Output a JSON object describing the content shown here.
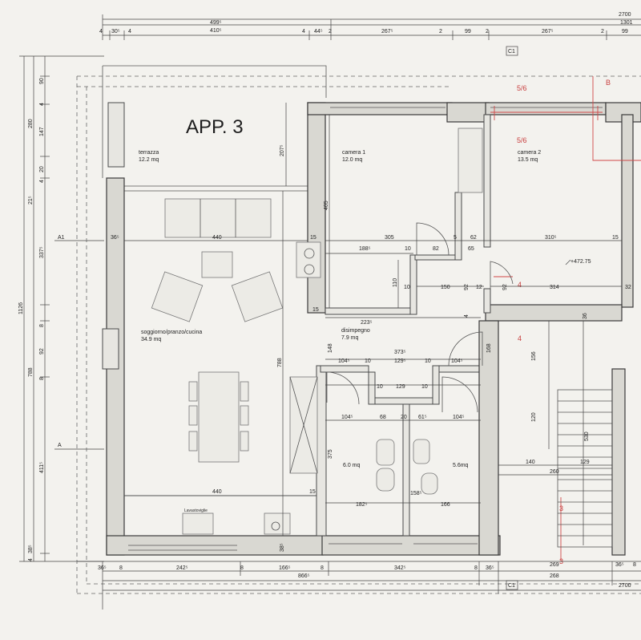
{
  "title": "APP. 3",
  "rooms": [
    {
      "id": "terrazza",
      "name": "terrazza",
      "area": "12.2 mq"
    },
    {
      "id": "camera1",
      "name": "camera 1",
      "area": "12.0 mq"
    },
    {
      "id": "camera2",
      "name": "camera 2",
      "area": "13.5 mq"
    },
    {
      "id": "soggiorno",
      "name": "soggiorno/pranzo/cucina",
      "area": "34.9 mq"
    },
    {
      "id": "disimpegno",
      "name": "disimpegno",
      "area": "7.9 mq"
    },
    {
      "id": "bagno1",
      "name": "",
      "area": "6.0 mq"
    },
    {
      "id": "bagno2",
      "name": "",
      "area": "5.6mq"
    }
  ],
  "labels": {
    "lavastoviglie": "Lavastoviglie",
    "level": "+472.75",
    "section_c1": "C1",
    "axis_a1": "A1",
    "axis_a": "A",
    "axis_b": "B",
    "door_56_top": "5/6",
    "door_56_mid": "5/6",
    "door_4_a": "4",
    "door_4_b": "4",
    "door_3_a": "3",
    "door_3_b": "3"
  },
  "dims_top": {
    "d499": "499⁵",
    "d410": "410⁵",
    "d4a": "4",
    "d30": "30⁵",
    "d4b": "4",
    "d4c": "4",
    "d44": "44⁵",
    "d2a": "2",
    "d267a": "267⁵",
    "d2b": "2",
    "d99": "99",
    "d2c": "2",
    "d267b": "267⁵",
    "d2d": "2",
    "d99b": "99",
    "d2700": "2700",
    "d1301": "1301"
  },
  "dims_left": {
    "d1126": "1126",
    "d788": "788",
    "d280": "280",
    "d90": "90",
    "d4a": "4",
    "d147": "147",
    "d20": "20",
    "d4b": "4",
    "d21": "21⁵",
    "d337": "337⁵",
    "d8a": "8",
    "d92": "92",
    "d8b": "8",
    "d411": "411⁵",
    "d4c": "4",
    "d38": "38⁵"
  },
  "dims_bottom": {
    "d36a": "36⁵",
    "d8a": "8",
    "d242": "242⁵",
    "d8b": "8",
    "d166": "166⁵",
    "d8c": "8",
    "d342": "342⁵",
    "d8d": "8",
    "d36b": "36⁵",
    "d269": "269",
    "d36c": "36⁵",
    "d8e": "8",
    "d866": "866⁵",
    "d268": "268",
    "d2700": "2700"
  },
  "dims_inner": {
    "d440a": "440",
    "d36": "36⁵",
    "d207": "207⁵",
    "d15a": "15",
    "d305": "305",
    "d188": "188⁵",
    "d10a": "10",
    "d82": "82",
    "d5": "5",
    "d62": "62",
    "d65": "65",
    "d310": "310⁵",
    "d15b": "15",
    "d15c": "15",
    "d405": "405",
    "d110": "110",
    "d10b": "10",
    "d150": "150",
    "d92a": "92",
    "d12": "12",
    "d92b": "92",
    "d314": "314",
    "d32": "32",
    "d36v": "36",
    "d223": "223⁵",
    "d373": "373⁵",
    "d148": "148",
    "d104a": "104⁵",
    "d10c": "10",
    "d129a": "129⁵",
    "d10d": "10",
    "d104b": "104⁵",
    "d168": "168",
    "d156": "156",
    "d10e": "10",
    "d129b": "129",
    "d10f": "10",
    "d104c": "104⁵",
    "d68": "68",
    "d20": "20",
    "d61": "61⁵",
    "d104d": "104⁵",
    "d120": "120",
    "d530": "530",
    "d375": "375",
    "d140": "140",
    "d129c": "129",
    "d260": "260",
    "d788v": "788",
    "d440b": "440",
    "d15d": "15",
    "d182": "182⁵",
    "d158": "158⁵",
    "d166": "166",
    "d38": "38⁵",
    "d4": "4"
  }
}
